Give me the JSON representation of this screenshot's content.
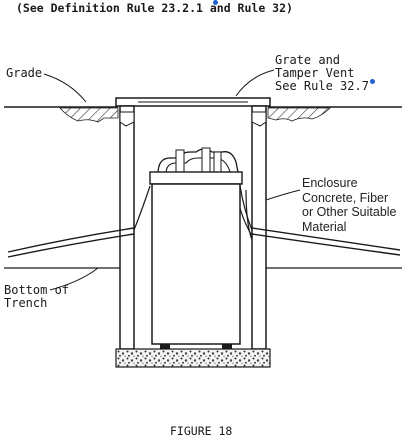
{
  "caption": {
    "text": "(See Definition Rule 23.2.1 and Rule 32)"
  },
  "labels": {
    "grade": "Grade",
    "grate_line1": "Grate and",
    "grate_line2": "Tamper Vent",
    "grate_line3": "See Rule 32.7",
    "enclosure_line1": "Enclosure",
    "enclosure_line2": "Concrete, Fiber",
    "enclosure_line3": "or Other Suitable",
    "enclosure_line4": "Material",
    "trench_line1": "Bottom of",
    "trench_line2": "Trench",
    "figure": "FIGURE 18"
  },
  "colors": {
    "ink": "#1a1a1a",
    "link_dot": "#1e5fd1",
    "paper": "#ffffff"
  }
}
